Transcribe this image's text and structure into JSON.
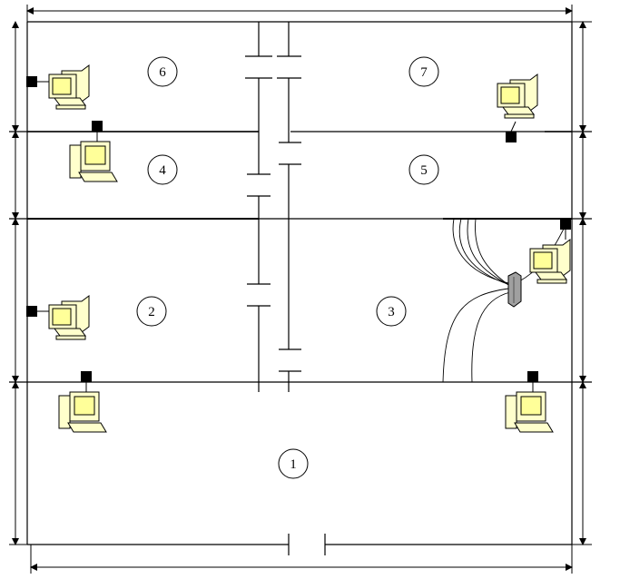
{
  "rooms": [
    {
      "id": "1",
      "label": "1"
    },
    {
      "id": "2",
      "label": "2"
    },
    {
      "id": "3",
      "label": "3"
    },
    {
      "id": "4",
      "label": "4"
    },
    {
      "id": "5",
      "label": "5"
    },
    {
      "id": "6",
      "label": "6"
    },
    {
      "id": "7",
      "label": "7"
    }
  ],
  "colors": {
    "line": "#000000",
    "computer_fill": "#ffffcc",
    "screen_fill": "#ffff99",
    "connector": "#000000",
    "switch": "#a0a0a0"
  },
  "icons": [
    "computer-icon",
    "network-socket-icon",
    "network-switch-icon"
  ]
}
